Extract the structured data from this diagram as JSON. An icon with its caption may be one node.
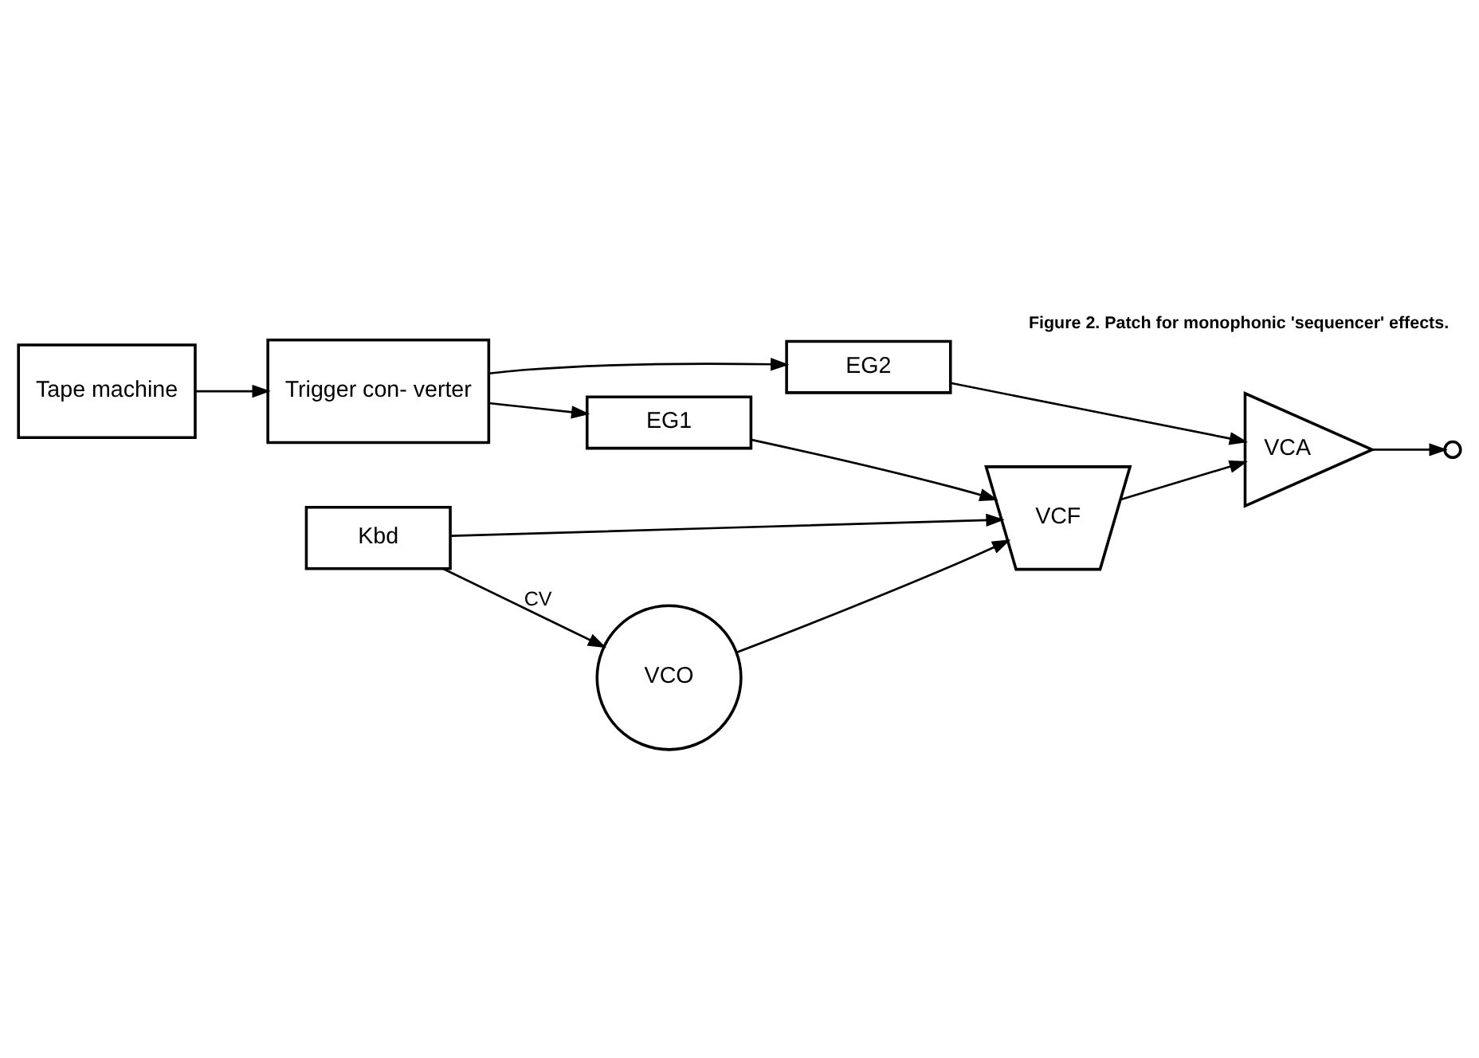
{
  "diagram": {
    "title": "Figure 2. Patch for monophonic 'sequencer' effects.",
    "nodes": [
      {
        "text": [
          "VCO"
        ]
      },
      {
        "text": [
          "VCF"
        ]
      },
      {
        "text": [
          "VCA"
        ]
      },
      {
        "text": [],
        "shape": "circle"
      },
      {
        "text": [
          "EG1"
        ]
      },
      {
        "text": [
          "EG2"
        ]
      },
      {
        "text": [
          "Trigger con- verter"
        ]
      },
      {
        "text": [
          "Kbd"
        ]
      },
      {
        "text": [
          "Tape machine"
        ]
      }
    ],
    "edges": [
      {
        "from": 0,
        "to": 1,
        "arrow": "to"
      },
      {
        "from": 1,
        "to": 2,
        "arrow": "to"
      },
      {
        "from": 2,
        "to": 3,
        "arrow": "to"
      },
      {
        "from": 7,
        "to": 0,
        "arrow": "to",
        "label": "CV"
      },
      {
        "from": 7,
        "to": 1,
        "arrow": "to"
      },
      {
        "from": 4,
        "to": 1,
        "arrow": "to"
      },
      {
        "from": 5,
        "to": 2,
        "arrow": "to"
      },
      {
        "from": 6,
        "to": 4,
        "arrow": "to"
      },
      {
        "from": 6,
        "to": 5,
        "arrow": "to"
      },
      {
        "from": 8,
        "to": 6,
        "arrow": "to"
      }
    ]
  }
}
